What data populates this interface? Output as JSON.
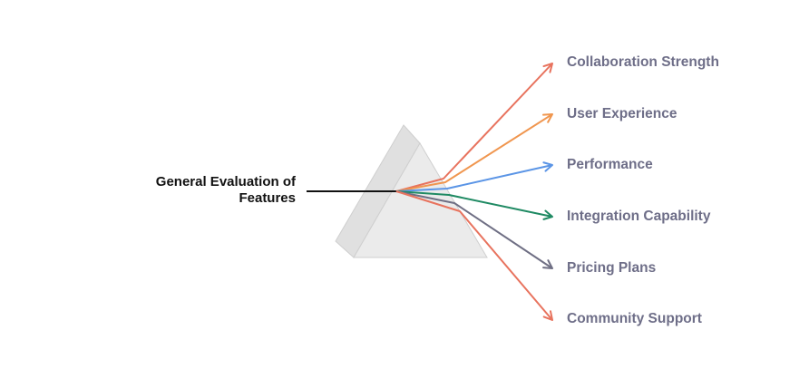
{
  "input": {
    "line1": "General Evaluation of",
    "line2": "Features"
  },
  "outputs": [
    {
      "label": "Collaboration Strength",
      "color": "#e8735e"
    },
    {
      "label": "User Experience",
      "color": "#f0964f"
    },
    {
      "label": "Performance",
      "color": "#5b95e6"
    },
    {
      "label": "Integration Capability",
      "color": "#1f8a63"
    },
    {
      "label": "Pricing Plans",
      "color": "#6f6f84"
    },
    {
      "label": "Community Support",
      "color": "#e8735e"
    }
  ],
  "colors": {
    "label_text": "#6e6e88",
    "input_text": "#111111",
    "input_line": "#111111",
    "prism_light": "#ebebeb",
    "prism_dark": "#e0e0e0",
    "prism_edge": "#cfcfcf"
  }
}
